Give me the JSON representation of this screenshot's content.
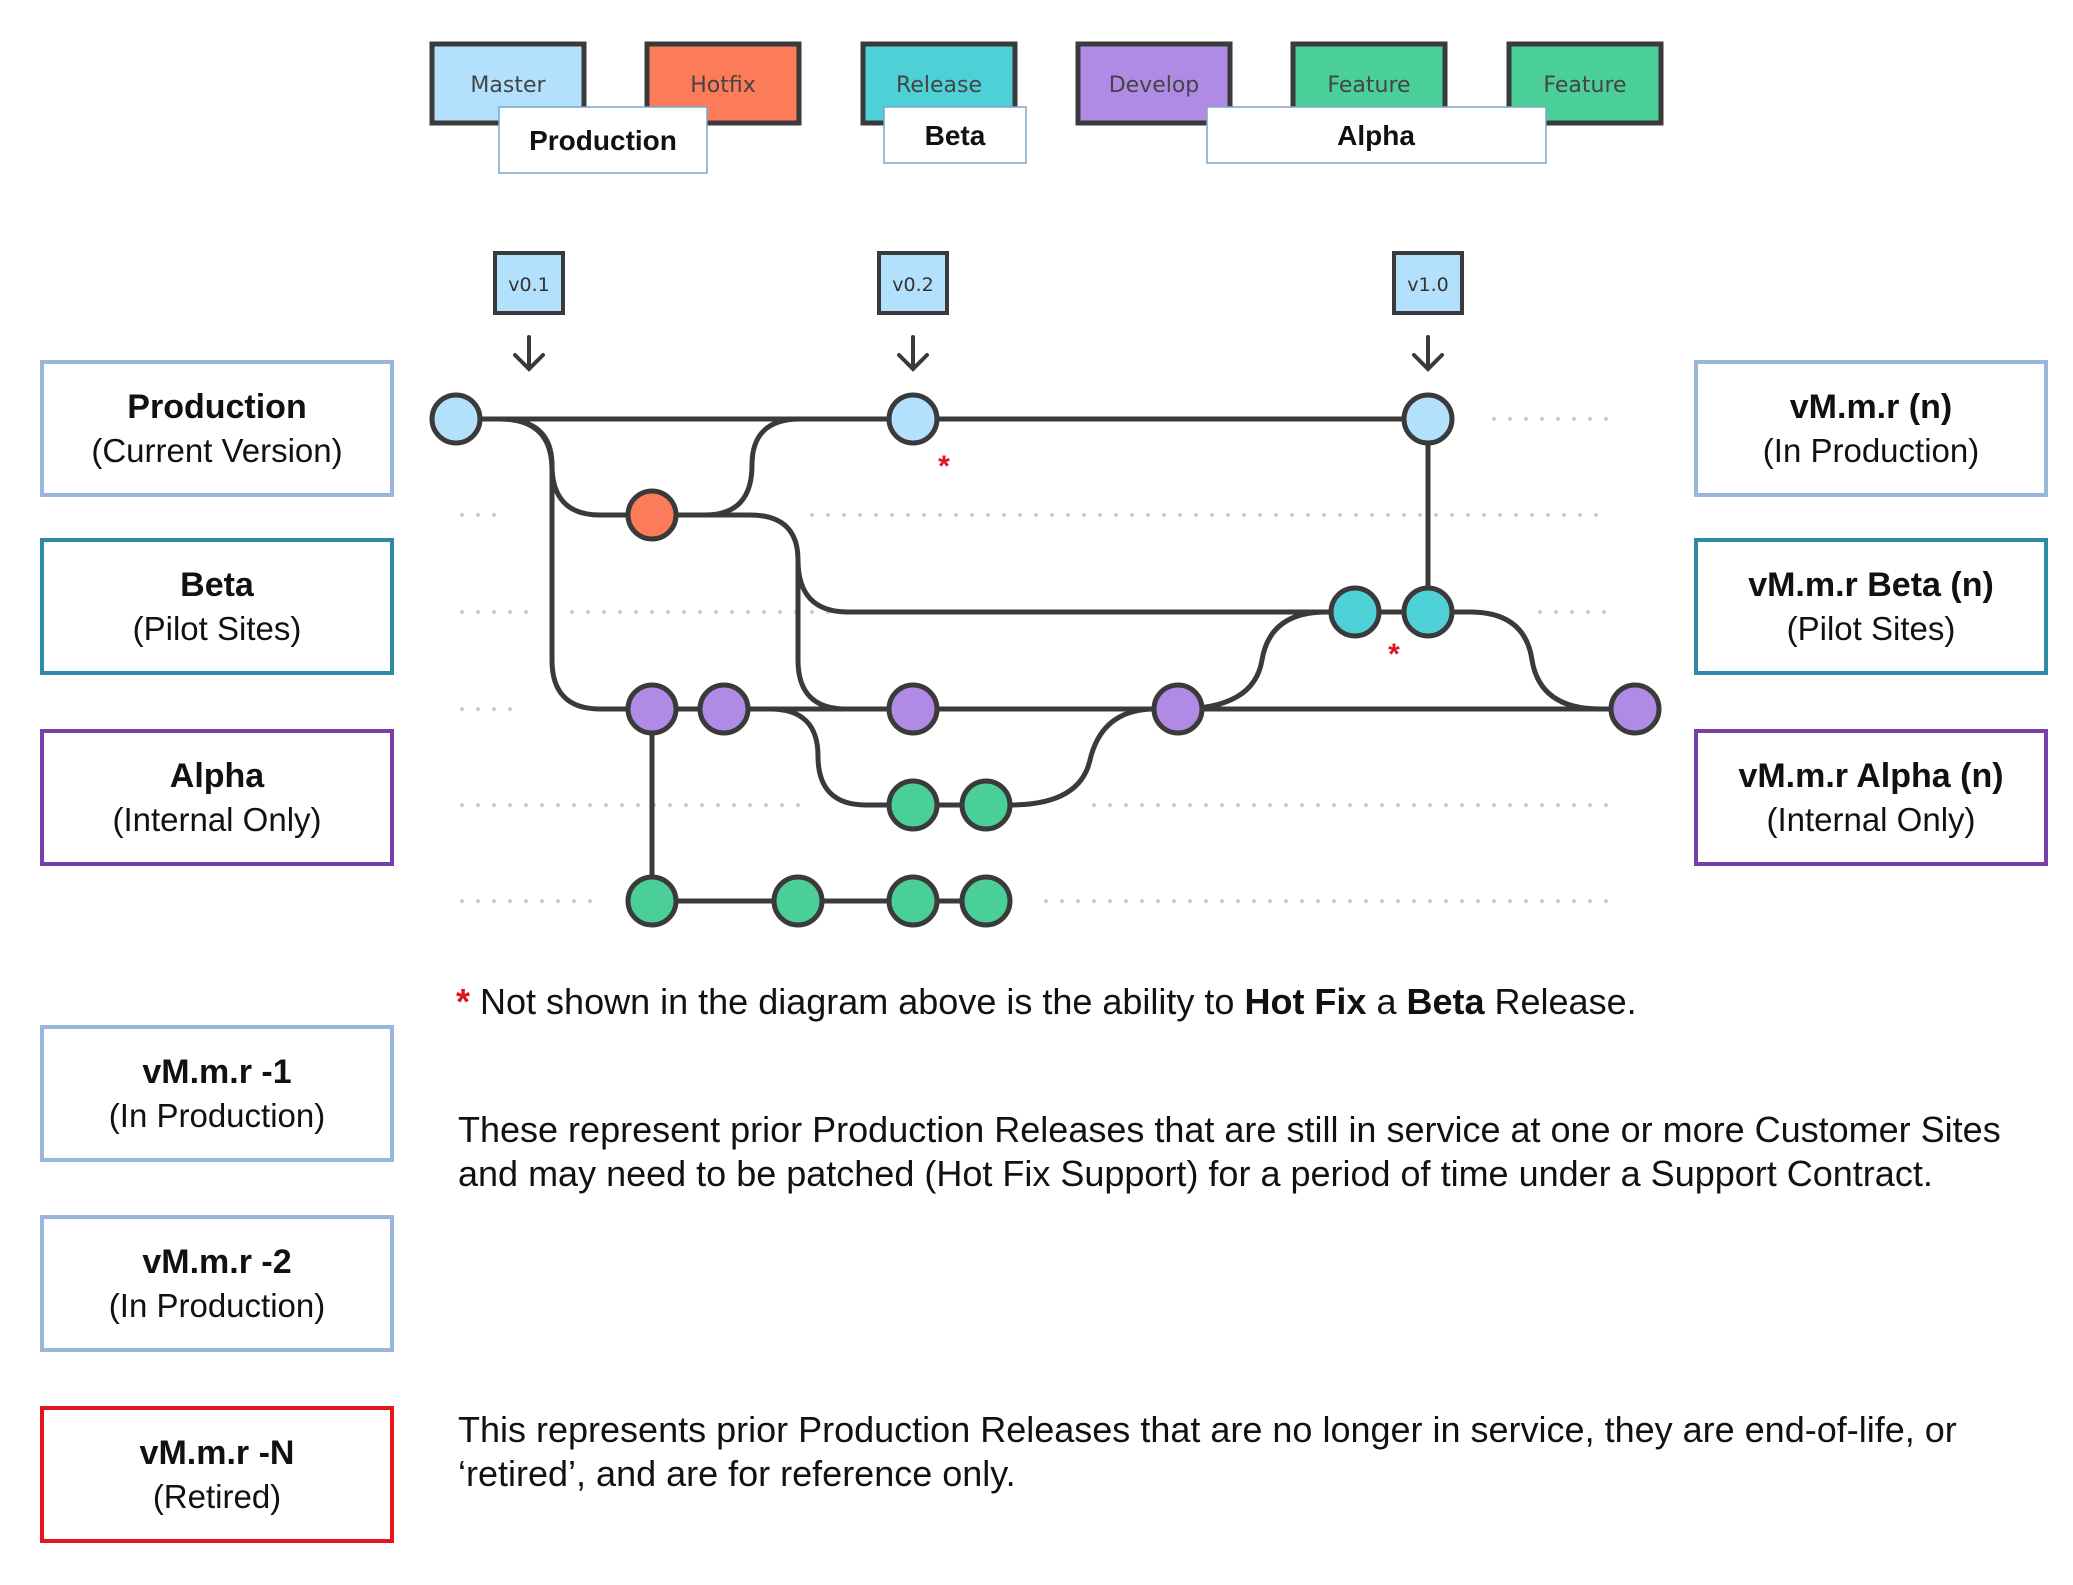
{
  "branch_tabs": [
    {
      "label": "Master",
      "color": "#b3e1fd"
    },
    {
      "label": "Hotfix",
      "color": "#fc7b58"
    },
    {
      "label": "Release",
      "color": "#4ed1d6"
    },
    {
      "label": "Develop",
      "color": "#b08be6"
    },
    {
      "label": "Feature",
      "color": "#4bcf98"
    },
    {
      "label": "Feature",
      "color": "#4bcf98"
    }
  ],
  "stage_labels": [
    "Production",
    "Beta",
    "Alpha"
  ],
  "version_tags": [
    "v0.1",
    "v0.2",
    "v1.0"
  ],
  "left_boxes": [
    {
      "title": "Production",
      "sub": "(Current Version)",
      "border": "#9ab6da"
    },
    {
      "title": "Beta",
      "sub": "(Pilot Sites)",
      "border": "#2e8ba3"
    },
    {
      "title": "Alpha",
      "sub": "(Internal Only)",
      "border": "#7a3fa8"
    },
    {
      "title": "vM.m.r -1",
      "sub": "(In Production)",
      "border": "#9ab6da"
    },
    {
      "title": "vM.m.r -2",
      "sub": "(In Production)",
      "border": "#9ab6da"
    },
    {
      "title": "vM.m.r -N",
      "sub": "(Retired)",
      "border": "#e4151c"
    }
  ],
  "right_boxes": [
    {
      "title": "vM.m.r (n)",
      "sub": "(In Production)",
      "border": "#9ab6da"
    },
    {
      "title": "vM.m.r Beta (n)",
      "sub": "(Pilot Sites)",
      "border": "#2e8ba3"
    },
    {
      "title": "vM.m.r Alpha (n)",
      "sub": "(Internal Only)",
      "border": "#7a3fa8"
    }
  ],
  "footnote": {
    "star": "*",
    "parts": [
      "Not shown in the diagram above is the ability to ",
      "Hot Fix",
      " a ",
      "Beta",
      " Release."
    ]
  },
  "prior_note": "These represent prior Production Releases that are still in service at one or more Customer Sites and may need to be patched (Hot Fix Support) for a period of time under a Support Contract.",
  "retired_note": "This represents prior Production Releases that are no longer in service, they are end-of-life, or ‘retired’, and are for reference only.",
  "markers": [
    "*",
    "*"
  ],
  "colors": {
    "master": "#b3e1fd",
    "hotfix": "#fc7b58",
    "release": "#4ed1d6",
    "develop": "#b08be6",
    "feature": "#4bcf98",
    "line": "#3a3a3a",
    "asterisk": "#e0141c"
  }
}
